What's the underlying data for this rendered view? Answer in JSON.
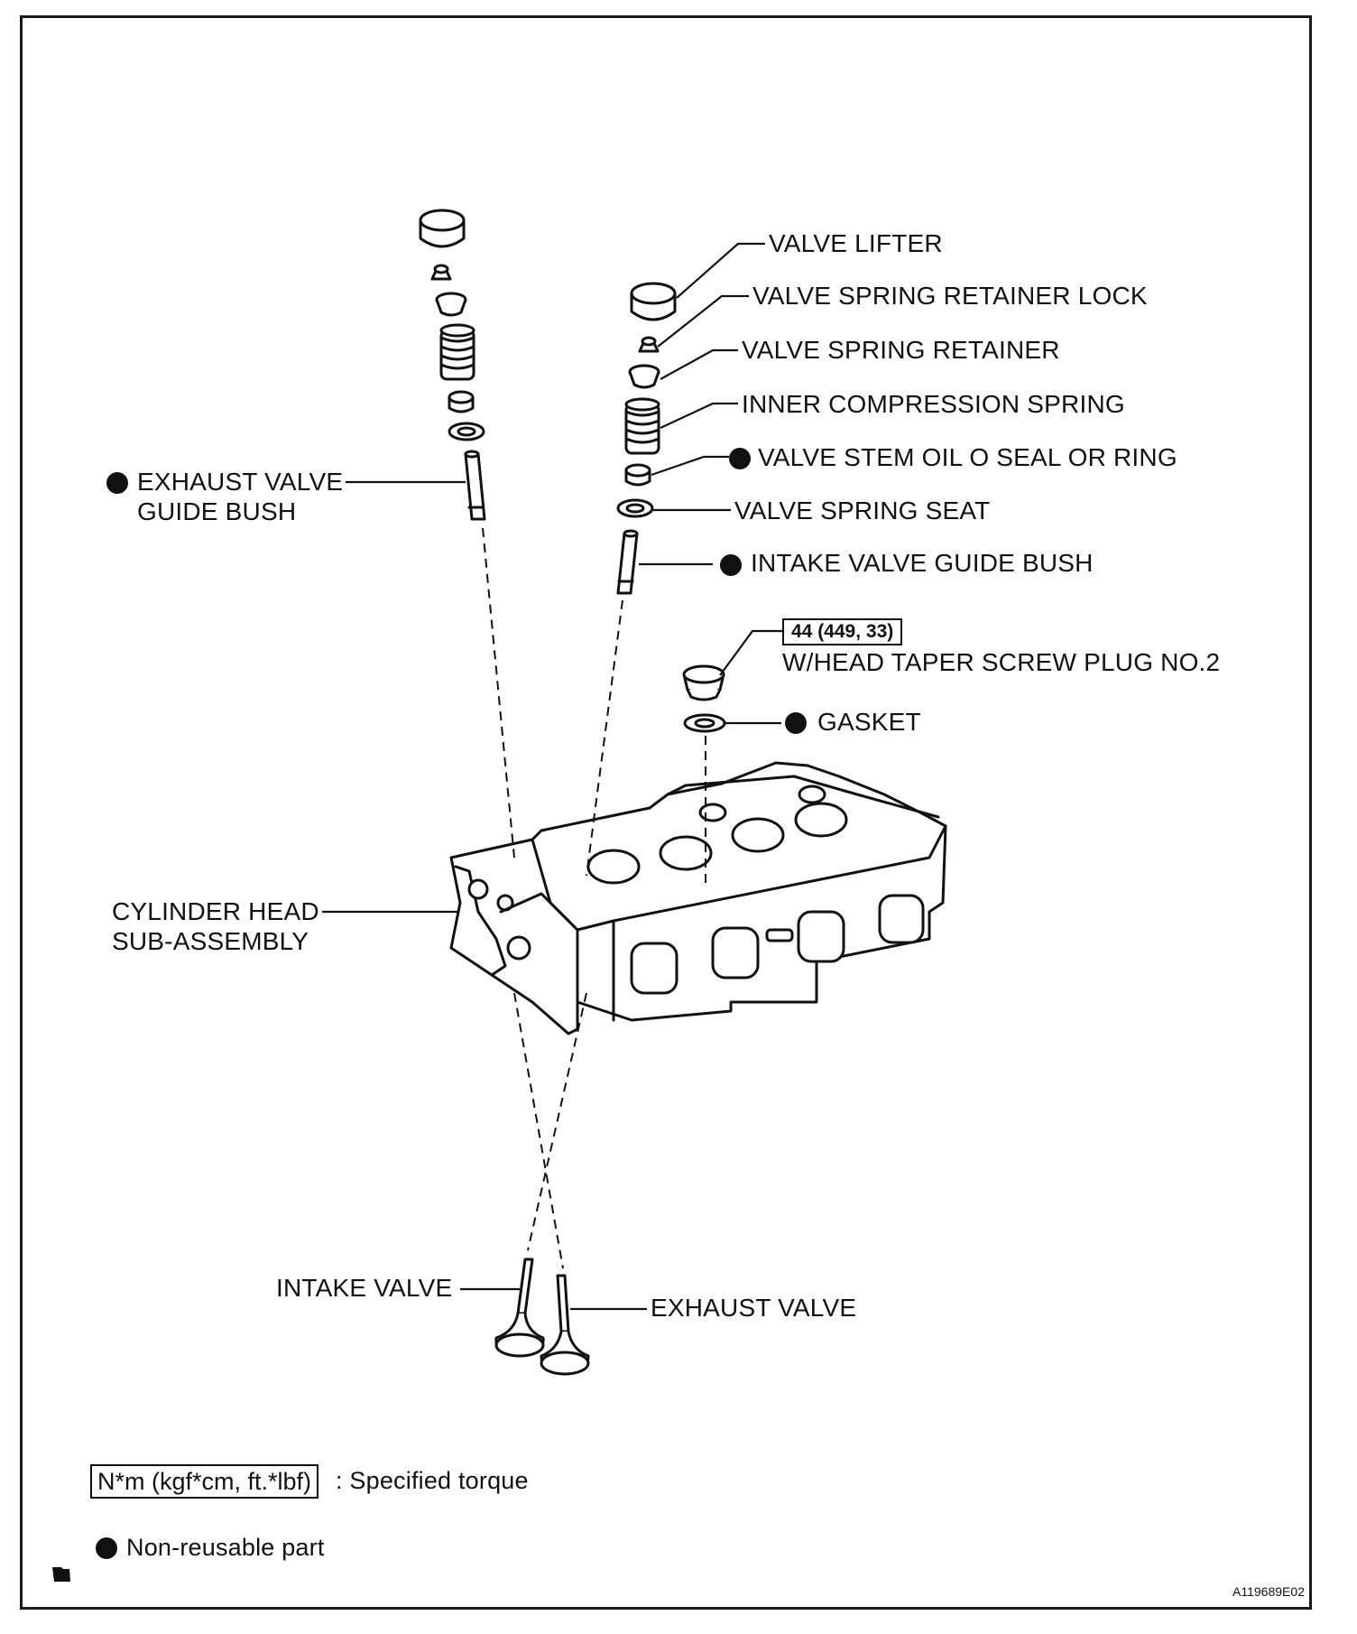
{
  "labels": {
    "valve_lifter": "VALVE LIFTER",
    "retainer_lock": "VALVE SPRING RETAINER LOCK",
    "spring_retainer": "VALVE SPRING RETAINER",
    "inner_spring": "INNER COMPRESSION SPRING",
    "oil_seal": "VALVE STEM OIL O SEAL OR RING",
    "spring_seat": "VALVE SPRING SEAT",
    "intake_bush": "INTAKE VALVE GUIDE BUSH",
    "exhaust_bush_line1": "EXHAUST VALVE",
    "exhaust_bush_line2": "GUIDE BUSH",
    "torque_value": "44 (449, 33)",
    "screw_plug": "W/HEAD TAPER SCREW PLUG NO.2",
    "gasket": "GASKET",
    "cylinder_head_line1": "CYLINDER HEAD",
    "cylinder_head_line2": "SUB-ASSEMBLY",
    "intake_valve": "INTAKE VALVE",
    "exhaust_valve": "EXHAUST VALVE"
  },
  "legend": {
    "torque_unit": "N*m (kgf*cm, ft.*lbf)",
    "torque_desc": ": Specified torque",
    "nonreusable_desc": "Non-reusable part"
  },
  "figure_code": "A119689E02"
}
